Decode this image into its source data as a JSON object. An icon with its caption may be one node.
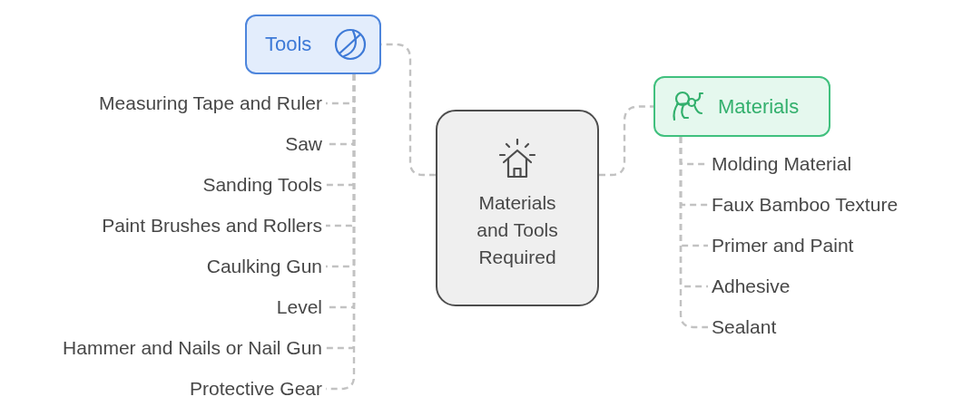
{
  "diagram": {
    "nodes": [
      {
        "text": [
          "Materials and Tools Required"
        ]
      },
      {
        "text": [
          "Tools"
        ]
      },
      {
        "text": [
          "Materials"
        ]
      },
      {
        "text": [
          "Measuring Tape and Ruler"
        ]
      },
      {
        "text": [
          "Saw"
        ]
      },
      {
        "text": [
          "Sanding Tools"
        ]
      },
      {
        "text": [
          "Paint Brushes and Rollers"
        ]
      },
      {
        "text": [
          "Caulking Gun"
        ]
      },
      {
        "text": [
          "Level"
        ]
      },
      {
        "text": [
          "Hammer and Nails or Nail Gun"
        ]
      },
      {
        "text": [
          "Protective Gear"
        ]
      },
      {
        "text": [
          "Molding Material"
        ]
      },
      {
        "text": [
          "Faux Bamboo Texture"
        ]
      },
      {
        "text": [
          "Primer and Paint"
        ]
      },
      {
        "text": [
          "Adhesive"
        ]
      },
      {
        "text": [
          "Sealant"
        ]
      }
    ],
    "edges": [
      {
        "from": 0,
        "to": 1,
        "arrow": "none",
        "style": "dashed"
      },
      {
        "from": 0,
        "to": 2,
        "arrow": "none",
        "style": "dashed"
      },
      {
        "from": 1,
        "to": 3,
        "arrow": "none",
        "style": "dashed"
      },
      {
        "from": 1,
        "to": 4,
        "arrow": "none",
        "style": "dashed"
      },
      {
        "from": 1,
        "to": 5,
        "arrow": "none",
        "style": "dashed"
      },
      {
        "from": 1,
        "to": 6,
        "arrow": "none",
        "style": "dashed"
      },
      {
        "from": 1,
        "to": 7,
        "arrow": "none",
        "style": "dashed"
      },
      {
        "from": 1,
        "to": 8,
        "arrow": "none",
        "style": "dashed"
      },
      {
        "from": 1,
        "to": 9,
        "arrow": "none",
        "style": "dashed"
      },
      {
        "from": 1,
        "to": 10,
        "arrow": "none",
        "style": "dashed"
      },
      {
        "from": 2,
        "to": 11,
        "arrow": "none",
        "style": "dashed"
      },
      {
        "from": 2,
        "to": 12,
        "arrow": "none",
        "style": "dashed"
      },
      {
        "from": 2,
        "to": 13,
        "arrow": "none",
        "style": "dashed"
      },
      {
        "from": 2,
        "to": 14,
        "arrow": "none",
        "style": "dashed"
      },
      {
        "from": 2,
        "to": 15,
        "arrow": "none",
        "style": "dashed"
      }
    ]
  }
}
